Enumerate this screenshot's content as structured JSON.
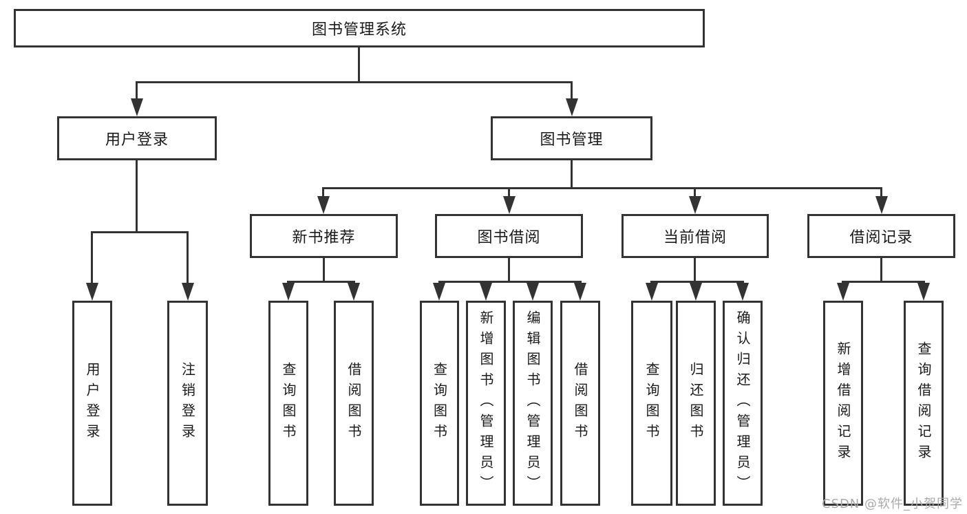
{
  "diagram": {
    "root": {
      "label": "图书管理系统"
    },
    "level1": [
      {
        "label": "用户登录"
      },
      {
        "label": "图书管理"
      }
    ],
    "level2": [
      {
        "label": "新书推荐"
      },
      {
        "label": "图书借阅"
      },
      {
        "label": "当前借阅"
      },
      {
        "label": "借阅记录"
      }
    ],
    "leaves": [
      {
        "label": "用户登录"
      },
      {
        "label": "注销登录"
      },
      {
        "label": "查询图书"
      },
      {
        "label": "借阅图书"
      },
      {
        "label": "查询图书"
      },
      {
        "label": "新增图书（管理员）"
      },
      {
        "label": "编辑图书（管理员）"
      },
      {
        "label": "借阅图书"
      },
      {
        "label": "查询图书"
      },
      {
        "label": "归还图书"
      },
      {
        "label": "确认归还（管理员）"
      },
      {
        "label": "新增借阅记录"
      },
      {
        "label": "查询借阅记录"
      }
    ],
    "colors": {
      "line": "#333333",
      "box_background": "#ffffff",
      "text": "#1a1a1a",
      "watermark_text": "#a9a9a9"
    }
  },
  "watermark": {
    "text": "CSDN @软件_小贺同学"
  }
}
